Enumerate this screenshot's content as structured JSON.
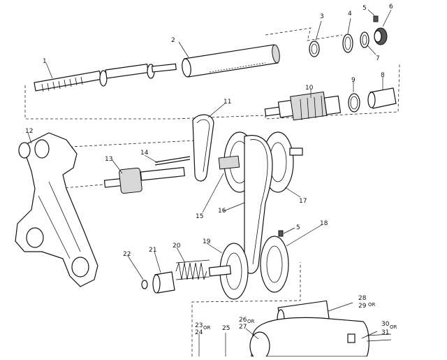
{
  "callouts": {
    "c1": "1",
    "c2": "2",
    "c3": "3",
    "c4": "4",
    "c5": "5",
    "c6": "6",
    "c7": "7",
    "c8": "8",
    "c9": "9",
    "c10": "10",
    "c11": "11",
    "c12": "12",
    "c13": "13",
    "c14": "14",
    "c15": "15",
    "c16": "16",
    "c17": "17",
    "c18": "18",
    "c5b": "5",
    "c19": "19",
    "c20": "20",
    "c21": "21",
    "c22": "22",
    "c23": "23",
    "c24": "24",
    "c25": "25",
    "c26": "26",
    "c27": "27",
    "c28": "28",
    "c29": "29",
    "c30": "30",
    "c31": "31",
    "or1": "OR",
    "or2": "OR",
    "or3": "OR",
    "or4": "OR"
  }
}
